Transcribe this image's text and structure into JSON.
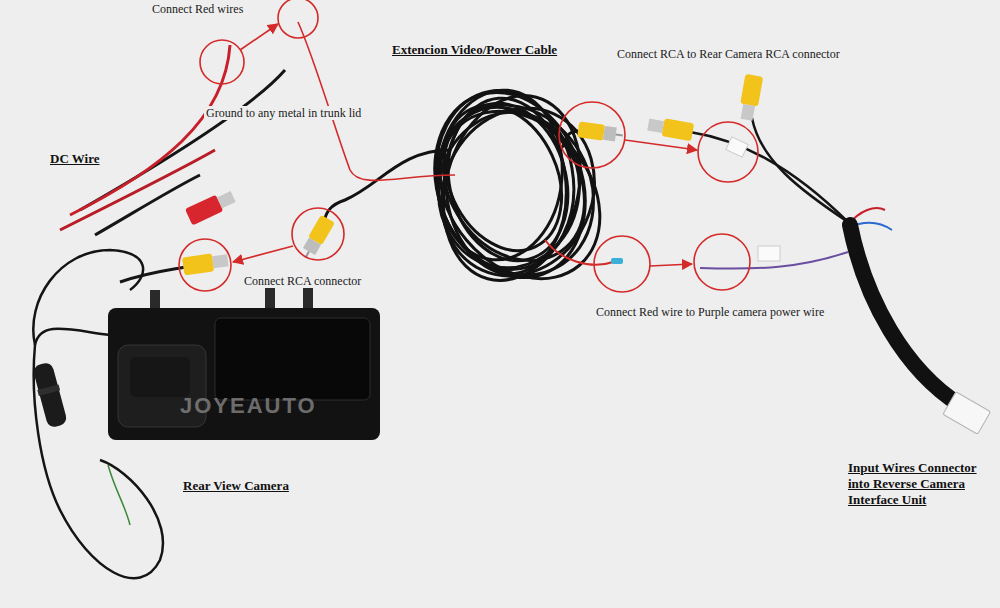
{
  "diagram": {
    "labels": [
      "Connect Red wires",
      "Extencion Video/Power Cable",
      "Connect RCA to Rear Camera RCA connector",
      "Ground to any metal in trunk lid",
      "DC Wire",
      "Connect RCA connector",
      "Connect Red wire to Purple camera power wire",
      "JOYEAUTO",
      "Rear View Camera",
      "Input Wires Connector into Reverse Camera Interface Unit"
    ]
  }
}
